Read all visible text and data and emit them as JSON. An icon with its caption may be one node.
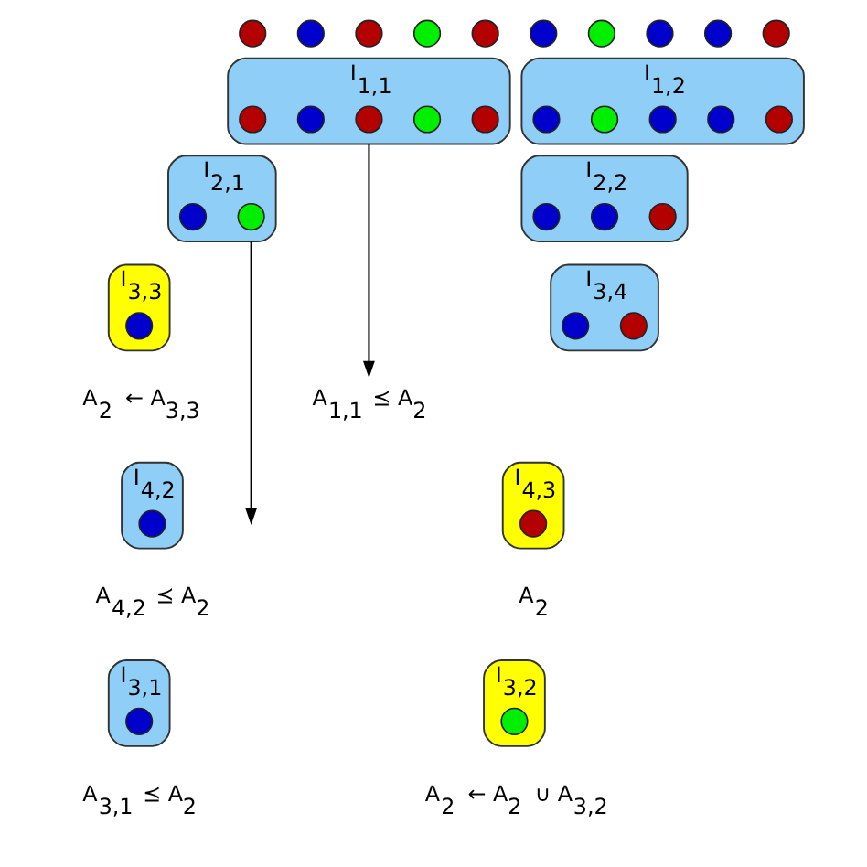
{
  "diagram": {
    "nodes": [
      {
        "text": [],
        "shape": "circle"
      },
      {
        "text": [],
        "shape": "circle"
      },
      {
        "text": [],
        "shape": "circle"
      },
      {
        "text": [],
        "shape": "circle"
      },
      {
        "text": [],
        "shape": "circle"
      },
      {
        "text": [],
        "shape": "circle"
      },
      {
        "text": [],
        "shape": "circle"
      },
      {
        "text": [],
        "shape": "circle"
      },
      {
        "text": [],
        "shape": "circle"
      },
      {
        "text": [],
        "shape": "circle"
      },
      {
        "text": [
          "I$_{1,1}$"
        ]
      },
      {
        "text": [],
        "shape": "circle",
        "in": 10
      },
      {
        "text": [],
        "shape": "circle",
        "in": 10
      },
      {
        "text": [],
        "shape": "circle",
        "in": 10
      },
      {
        "text": [],
        "shape": "circle",
        "in": 10
      },
      {
        "text": [],
        "shape": "circle",
        "in": 10
      },
      {
        "text": [
          "I$_{1,2}$"
        ]
      },
      {
        "text": [],
        "shape": "circle",
        "in": 16
      },
      {
        "text": [],
        "shape": "circle",
        "in": 16
      },
      {
        "text": [],
        "shape": "circle",
        "in": 16
      },
      {
        "text": [],
        "shape": "circle",
        "in": 16
      },
      {
        "text": [],
        "shape": "circle",
        "in": 16
      },
      {
        "text": [
          "I$_{2,1}$"
        ]
      },
      {
        "text": [],
        "shape": "circle",
        "in": 22
      },
      {
        "text": [],
        "shape": "circle",
        "in": 22
      },
      {
        "text": [
          "I$_{2,2}$"
        ]
      },
      {
        "text": [],
        "shape": "circle",
        "in": 25
      },
      {
        "text": [],
        "shape": "circle",
        "in": 25
      },
      {
        "text": [],
        "shape": "circle",
        "in": 25
      },
      {
        "text": [
          "I$_{3,3}$"
        ],
        "beside": [
          "A$_{2}$ ← A$_{3,3}$"
        ]
      },
      {
        "text": [],
        "shape": "circle",
        "in": 29
      },
      {
        "text": [
          "I$_{3,4}$"
        ]
      },
      {
        "text": [],
        "shape": "circle",
        "in": 31
      },
      {
        "text": [],
        "shape": "circle",
        "in": 31
      },
      {
        "text": [
          "I$_{4,2}$"
        ],
        "beside": [
          "A$_{4,2}$ ⪯ A$_{2}$"
        ]
      },
      {
        "text": [],
        "shape": "circle",
        "in": 34
      },
      {
        "text": [
          "I$_{4,3}$"
        ],
        "beside": [
          "A$_{2}$"
        ]
      },
      {
        "text": [],
        "shape": "circle",
        "in": 36
      },
      {
        "text": [
          "I$_{3,1}$"
        ],
        "beside": [
          "A$_{3,1}$ ⪯ A$_{2}$"
        ]
      },
      {
        "text": [],
        "shape": "circle",
        "in": 38
      },
      {
        "text": [
          "I$_{3,2}$"
        ],
        "beside": [
          "A$_{2}$ ← A$_{2}$ ∪ A$_{3,2}$"
        ]
      },
      {
        "text": [],
        "shape": "circle",
        "in": 40
      },
      {
        "text": [
          "A$_{1,1}$ ⪯ A$_{2}$"
        ]
      }
    ],
    "edges": [
      {
        "from": 10,
        "to": 42,
        "arrow": "to"
      },
      {
        "from": 22,
        "to": null,
        "arrow": "to"
      }
    ]
  }
}
